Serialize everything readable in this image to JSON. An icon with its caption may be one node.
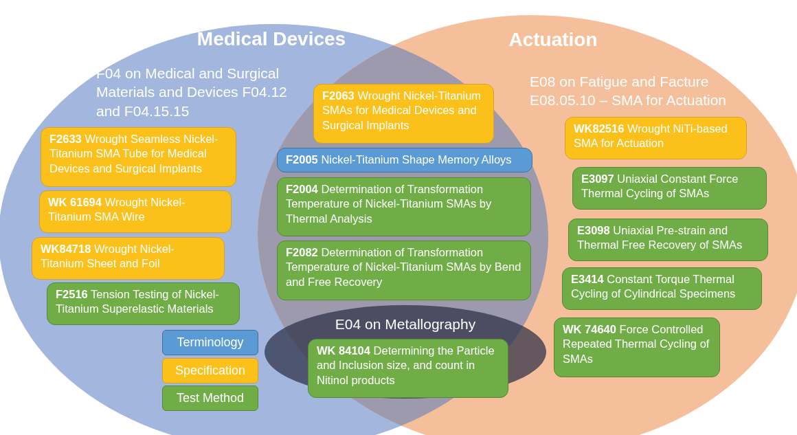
{
  "diagram": {
    "nodes": [
      {
        "text": [
          "Medical Devices",
          "F04 on Medical and Surgical Materials and Devices F04.12 and F04.15.15"
        ]
      },
      {
        "text": [
          "**F2633** Wrought Seamless Nickel-Titanium SMA Tube for Medical Devices and Surgical Implants"
        ],
        "in": 0
      },
      {
        "text": [
          "**WK 61694** Wrought Nickel-Titanium SMA Wire"
        ],
        "in": 0
      },
      {
        "text": [
          "**WK84718** Wrought Nickel-Titanium Sheet and Foil"
        ],
        "in": 0
      },
      {
        "text": [
          "**F2516** Tension Testing of Nickel-Titanium Superelastic Materials"
        ],
        "in": 0
      },
      {
        "text": [
          "**F2063** Wrought Nickel-Titanium SMAs for Medical Devices and Surgical Implants"
        ]
      },
      {
        "text": [
          "**F2005** Nickel-Titanium Shape Memory Alloys"
        ]
      },
      {
        "text": [
          "**F2004** Determination of Transformation Temperature of Nickel-Titanium SMAs by Thermal Analysis"
        ]
      },
      {
        "text": [
          "**F2082** Determination of Transformation Temperature of Nickel-Titanium SMAs by Bend and Free Recovery"
        ]
      },
      {
        "text": [
          "E04 on Metallography"
        ]
      },
      {
        "text": [
          "**WK 84104** Determining the Particle and Inclusion size, and count in Nitinol products"
        ],
        "in": 9
      },
      {
        "text": [
          "Actuation",
          "E08 on Fatigue and Facture E08.05.10 – SMA for Actuation"
        ]
      },
      {
        "text": [
          "**WK82516** Wrought NiTi-based SMA for Actuation"
        ],
        "in": 11
      },
      {
        "text": [
          "**E3097** Uniaxial Constant Force Thermal Cycling of SMAs"
        ],
        "in": 11
      },
      {
        "text": [
          "**E3098** Uniaxial Pre-strain and Thermal Free Recovery of SMAs"
        ],
        "in": 11
      },
      {
        "text": [
          "**E3414** Constant Torque Thermal Cycling of Cylindrical Specimens"
        ],
        "in": 11
      },
      {
        "text": [
          "**WK 74640** Force Controlled Repeated Thermal Cycling of SMAs"
        ],
        "in": 11
      }
    ],
    "legend": [
      {
        "text": "Terminology",
        "color": "#5b9bd5"
      },
      {
        "text": "Specification",
        "color": "#fbc01a"
      },
      {
        "text": "Test Method",
        "color": "#70ad47"
      }
    ]
  }
}
